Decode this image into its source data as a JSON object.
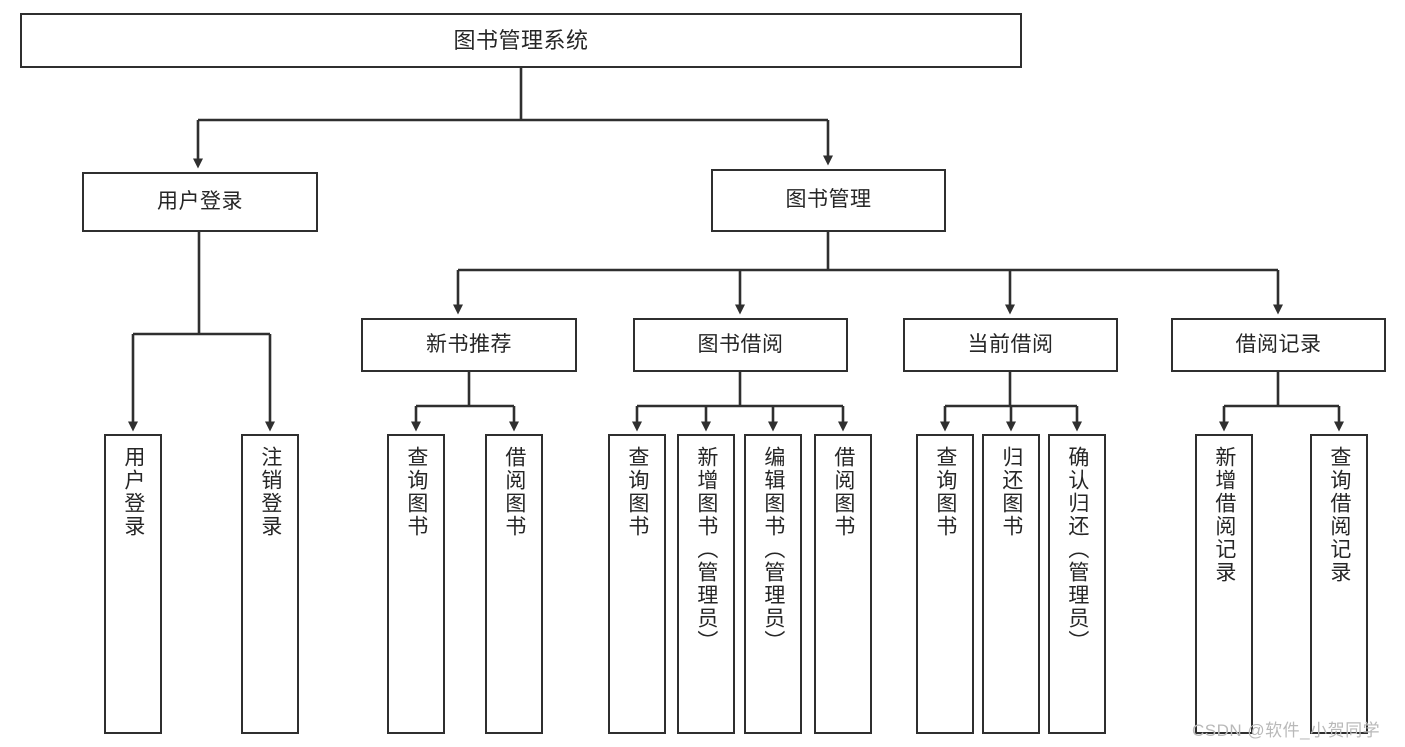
{
  "diagram": {
    "type": "tree",
    "title": "图书管理系统",
    "orientation": "top-down",
    "line_color": "#2f2f2f",
    "box_fill": "#ffffff",
    "text_color": "#262626"
  },
  "root": {
    "label": "图书管理系统"
  },
  "level2": [
    {
      "label": "用户登录"
    },
    {
      "label": "图书管理"
    }
  ],
  "level3": [
    {
      "label": "新书推荐"
    },
    {
      "label": "图书借阅"
    },
    {
      "label": "当前借阅"
    },
    {
      "label": "借阅记录"
    }
  ],
  "leaves": {
    "user_login": [
      {
        "label": "用户登录"
      },
      {
        "label": "注销登录"
      }
    ],
    "new_book": [
      {
        "label": "查询图书"
      },
      {
        "label": "借阅图书"
      }
    ],
    "book_borrow": [
      {
        "label": "查询图书"
      },
      {
        "label": "新增图书（管理员）"
      },
      {
        "label": "编辑图书（管理员）"
      },
      {
        "label": "借阅图书"
      }
    ],
    "current_borrow": [
      {
        "label": "查询图书"
      },
      {
        "label": "归还图书"
      },
      {
        "label": "确认归还（管理员）"
      }
    ],
    "borrow_record": [
      {
        "label": "新增借阅记录"
      },
      {
        "label": "查询借阅记录"
      }
    ]
  },
  "watermark": {
    "text": "CSDN @软件_小贺同学"
  }
}
